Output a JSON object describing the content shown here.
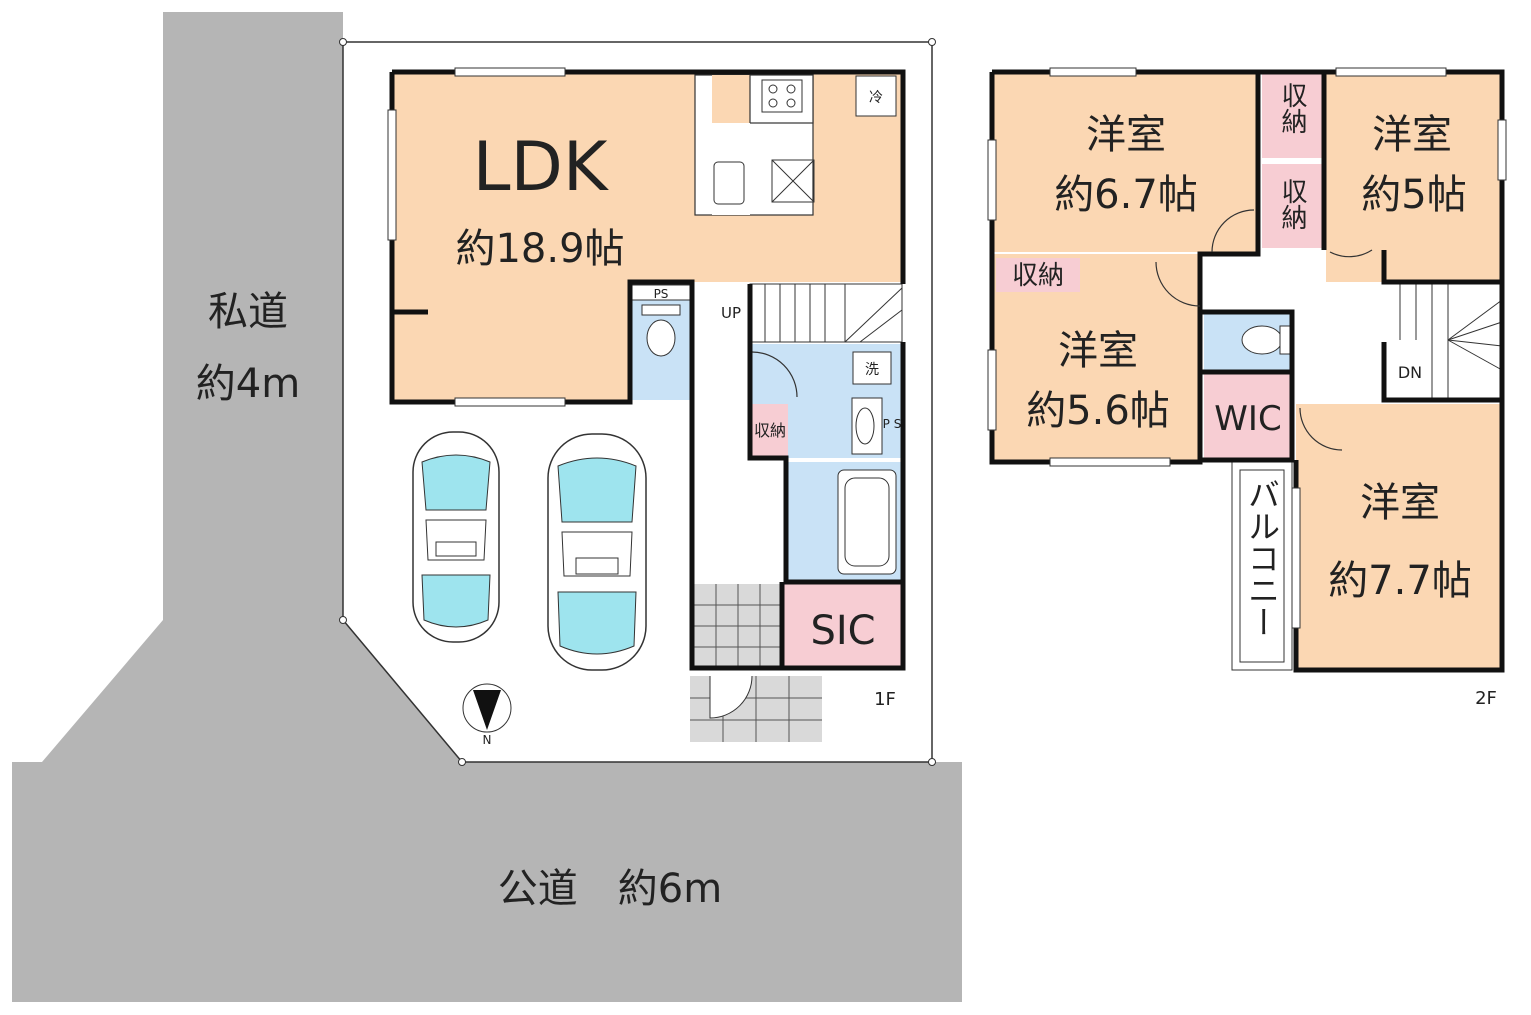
{
  "roads": {
    "private": {
      "name": "私道",
      "width": "約4m"
    },
    "public": {
      "name": "公道　約6m"
    }
  },
  "floor1": {
    "label": "1F",
    "ldk": {
      "name": "LDK",
      "size": "約18.9帖"
    },
    "ps": "PS",
    "ps2": "P S",
    "up": "UP",
    "storage": "収納",
    "sic": "SIC",
    "washer": "洗",
    "fridge": "冷"
  },
  "floor2": {
    "label": "2F",
    "room_a": {
      "name": "洋室",
      "size": "約6.7帖"
    },
    "room_b": {
      "name": "洋室",
      "size": "約5帖"
    },
    "room_c": {
      "name": "洋室",
      "size": "約5.6帖"
    },
    "room_d": {
      "name": "洋室",
      "size": "約7.7帖"
    },
    "storage": "収納",
    "wic": "WIC",
    "dn": "DN",
    "balcony": "バルコニー"
  },
  "compass": "N",
  "colors": {
    "room": "#fbd7b3",
    "wet": "#c9e2f6",
    "storage": "#f7cdd3",
    "road": "#b5b5b5"
  }
}
